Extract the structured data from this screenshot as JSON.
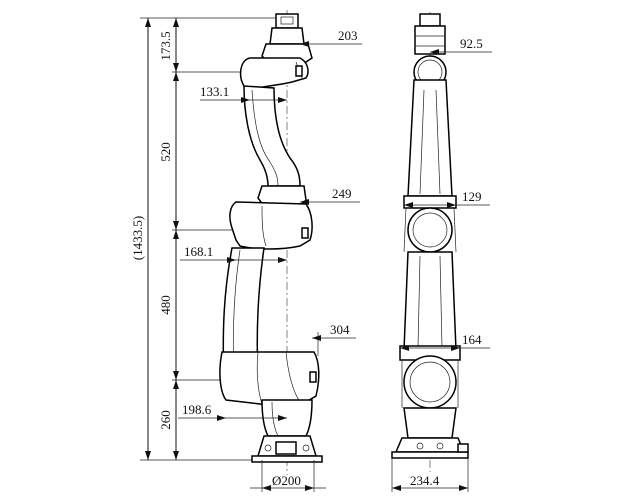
{
  "dimensions": {
    "top_vertical": "173.5",
    "upper_arm": "520",
    "total": "(1433.5)",
    "forearm": "480",
    "base_height": "260",
    "top_width": "203",
    "offset_1": "133.1",
    "elbow_width": "249",
    "offset_2": "168.1",
    "shoulder_width": "304",
    "offset_3": "198.6",
    "base_diameter": "Ø200",
    "side_top": "92.5",
    "side_mid": "129",
    "side_low": "164",
    "side_base": "234.4"
  }
}
